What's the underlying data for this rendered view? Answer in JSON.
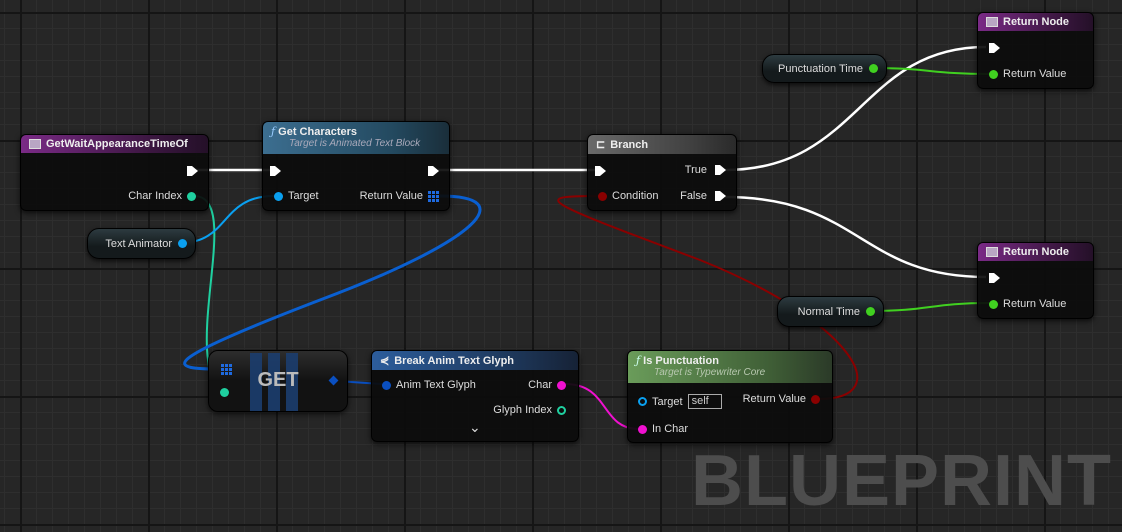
{
  "watermark": "BLUEPRINT",
  "nodes": {
    "entry": {
      "title": "GetWaitAppearanceTimeOf",
      "char_index": "Char Index"
    },
    "text_animator": {
      "label": "Text Animator"
    },
    "get_characters": {
      "title": "Get Characters",
      "subtitle": "Target is Animated Text Block",
      "target": "Target",
      "return_value": "Return Value"
    },
    "branch": {
      "title": "Branch",
      "true": "True",
      "false": "False",
      "condition": "Condition"
    },
    "return_top": {
      "title": "Return Node",
      "return_value": "Return Value"
    },
    "punctuation_time": {
      "label": "Punctuation Time"
    },
    "return_bottom": {
      "title": "Return Node",
      "return_value": "Return Value"
    },
    "normal_time": {
      "label": "Normal Time"
    },
    "get": {
      "label": "GET"
    },
    "break_glyph": {
      "title": "Break Anim Text Glyph",
      "anim_text_glyph": "Anim Text Glyph",
      "char": "Char",
      "glyph_index": "Glyph Index",
      "expand": "⌄"
    },
    "is_punctuation": {
      "title": "Is Punctuation",
      "subtitle": "Target is Typewriter Core",
      "target": "Target",
      "target_value": "self",
      "return_value": "Return Value",
      "in_char": "In Char"
    }
  },
  "colors": {
    "exec": "#ffffff",
    "int": "#1fd0a0",
    "object": "#0aa0f0",
    "array": "#0a5fd0",
    "struct": "#0a4fc0",
    "string": "#f010d0",
    "bool": "#8a0000",
    "float": "#40d020"
  }
}
